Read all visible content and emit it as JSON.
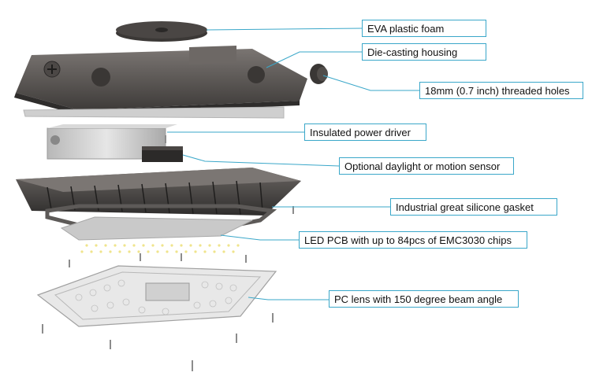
{
  "callouts": [
    {
      "label": "EVA plastic foam"
    },
    {
      "label": "Die-casting housing"
    },
    {
      "label": "18mm (0.7 inch) threaded holes"
    },
    {
      "label": "Insulated power driver"
    },
    {
      "label": "Optional daylight or motion sensor"
    },
    {
      "label": "Industrial great silicone gasket"
    },
    {
      "label": "LED PCB with up to 84pcs of EMC3030 chips"
    },
    {
      "label": "PC lens with 150 degree beam angle"
    }
  ],
  "colors": {
    "leader_line": "#3aa7c9",
    "housing": "#5e5a57",
    "lens": "#dcdcdc",
    "pcb": "#cfcfcf"
  }
}
